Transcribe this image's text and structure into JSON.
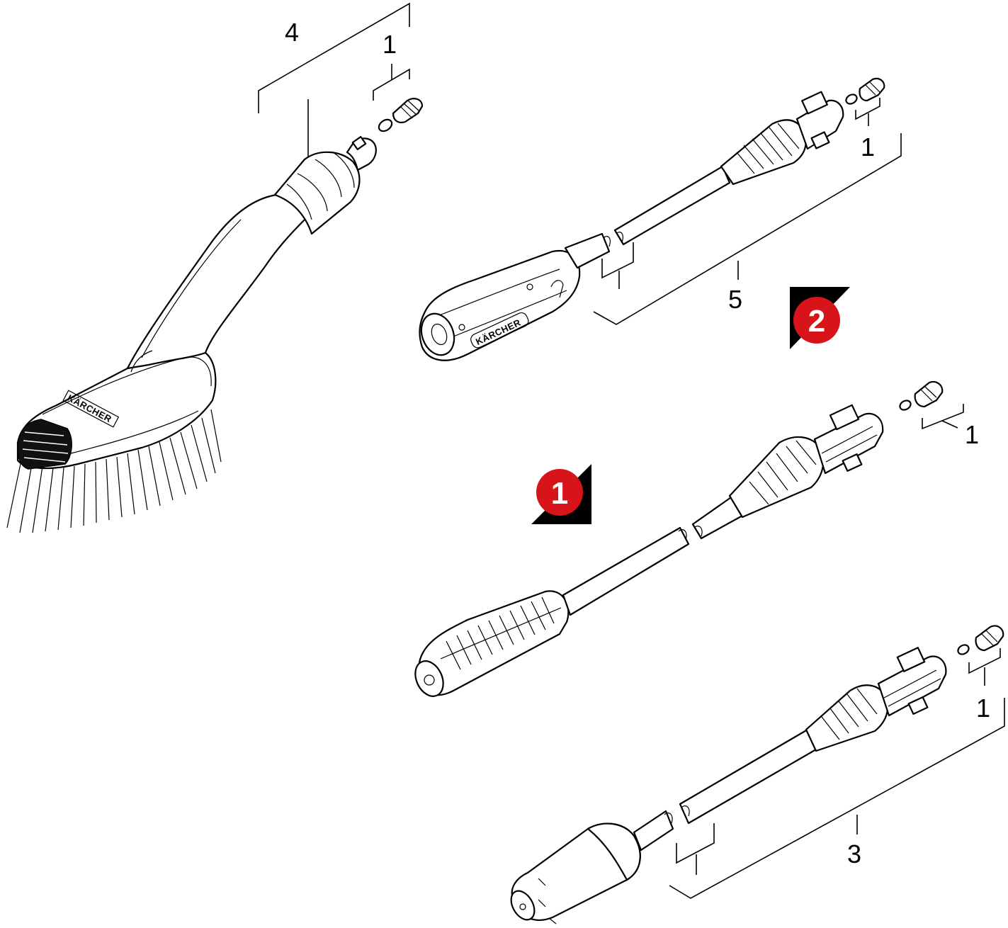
{
  "callouts": {
    "brush_kit": "4",
    "brush_nozzle": "1",
    "lance_top_kit": "5",
    "lance_top_nozzle": "1",
    "lance_middle_nozzle": "1",
    "lance_bottom_kit": "3",
    "lance_bottom_nozzle": "1"
  },
  "badges": {
    "badge_1": "1",
    "badge_2": "2"
  },
  "branding": {
    "handle_text": "KÄRCHER"
  },
  "colors": {
    "badge_red": "#d8141b",
    "badge_shadow": "#000000",
    "line": "#000000",
    "background": "#ffffff"
  }
}
